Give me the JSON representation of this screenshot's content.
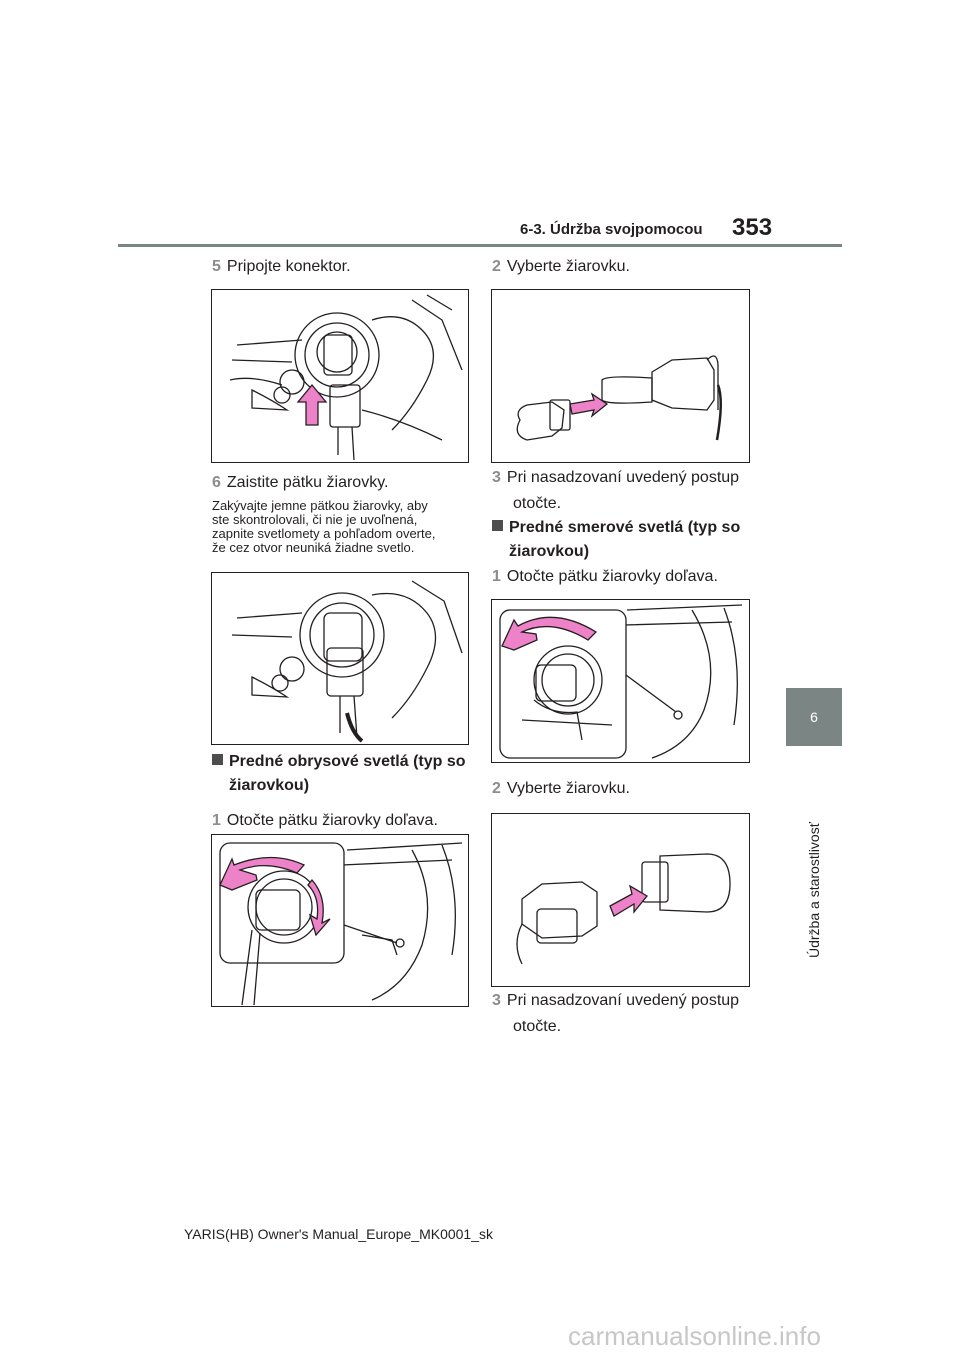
{
  "header": {
    "section": "6-3. Údržba svojpomocou",
    "page_number": "353"
  },
  "side_tab": {
    "number": "6",
    "label": "Údržba a starostlivosť"
  },
  "left": {
    "step5": {
      "num": "5",
      "text": "Pripojte konektor."
    },
    "step6": {
      "num": "6",
      "text": "Zaistite pätku žiarovky."
    },
    "note": [
      "Zakývajte jemne pätkou žiarovky, aby",
      "ste skontrolovali, či nie je uvoľnená,",
      "zapnite svetlomety a pohľadom overte,",
      "že cez otvor neuniká žiadne svetlo."
    ],
    "subhead": [
      "Predné obrysové svetlá (typ so",
      "žiarovkou)"
    ],
    "step1": {
      "num": "1",
      "text": "Otočte pätku žiarovky doľava."
    }
  },
  "right": {
    "step2": {
      "num": "2",
      "text": "Vyberte žiarovku."
    },
    "step3": {
      "num": "3",
      "text": [
        "Pri nasadzovaní uvedený postup",
        "otočte."
      ]
    },
    "subhead": [
      "Predné smerové svetlá (typ so",
      "žiarovkou)"
    ],
    "step1": {
      "num": "1",
      "text": "Otočte pätku žiarovky doľava."
    },
    "step2b": {
      "num": "2",
      "text": "Vyberte žiarovku."
    },
    "step3b": {
      "num": "3",
      "text": [
        "Pri nasadzovaní uvedený postup",
        "otočte."
      ]
    }
  },
  "footer": "YARIS(HB) Owner's Manual_Europe_MK0001_sk",
  "watermark": "carmanualsonline.info",
  "colors": {
    "rule": "#7b8583",
    "arrow": "#ee82c8",
    "text": "#231f20"
  }
}
